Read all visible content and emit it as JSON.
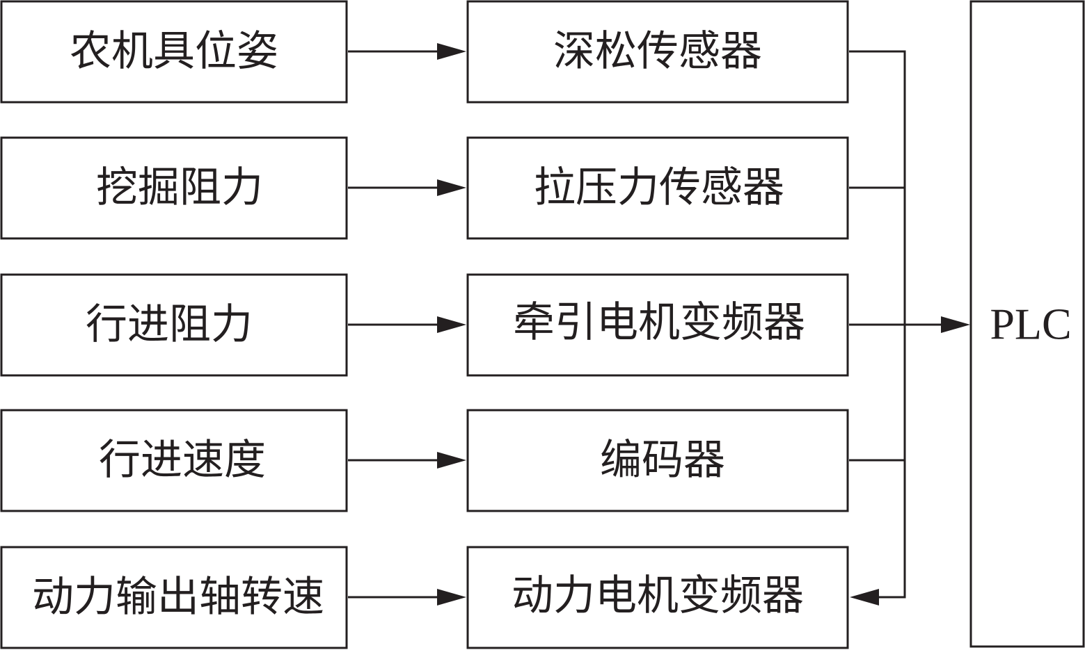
{
  "inputs": [
    {
      "label": "农机具位姿"
    },
    {
      "label": "挖掘阻力"
    },
    {
      "label": "行进阻力"
    },
    {
      "label": "行进速度"
    },
    {
      "label": "动力输出轴转速"
    }
  ],
  "devices": [
    {
      "label": "深松传感器"
    },
    {
      "label": "拉压力传感器"
    },
    {
      "label": "牵引电机变频器"
    },
    {
      "label": "编码器"
    },
    {
      "label": "动力电机变频器"
    }
  ],
  "controller": {
    "label": "PLC"
  }
}
